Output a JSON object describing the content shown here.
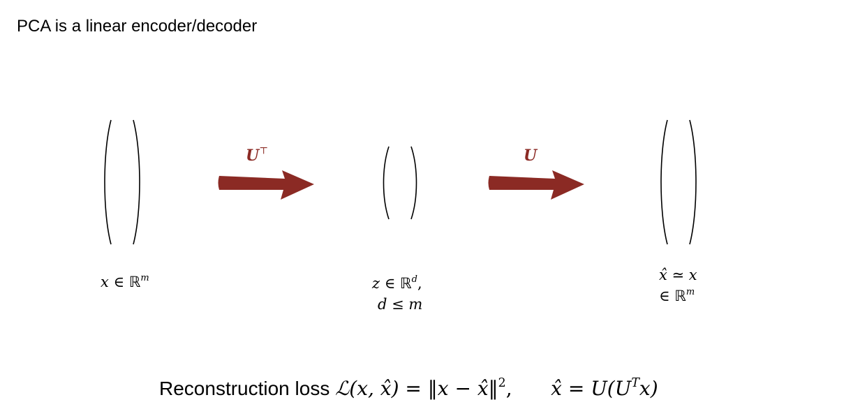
{
  "title": "PCA is a linear encoder/decoder",
  "arrows": {
    "encoder_label": "U",
    "encoder_label_sup": "⊤",
    "decoder_label": "U",
    "color": "#8b2a24"
  },
  "vectors": {
    "input": {
      "var": "x",
      "in": "∈",
      "space": "ℝ",
      "dim": "m"
    },
    "latent": {
      "line1_var": "z",
      "in": "∈",
      "space": "ℝ",
      "dim": "d",
      "comma": ",",
      "line2": "d ≤ m"
    },
    "output": {
      "line1": "x̂ ≃ x",
      "line2_in": "∈",
      "space": "ℝ",
      "dim": "m"
    }
  },
  "loss": {
    "text": "Reconstruction loss",
    "formula_left": "ℒ(x, x̂) = ‖x − x̂‖",
    "formula_left_sup": "2",
    "formula_sep": ",",
    "formula_right_a": "x̂ = U(U",
    "formula_right_sup": "T",
    "formula_right_b": "x)"
  }
}
